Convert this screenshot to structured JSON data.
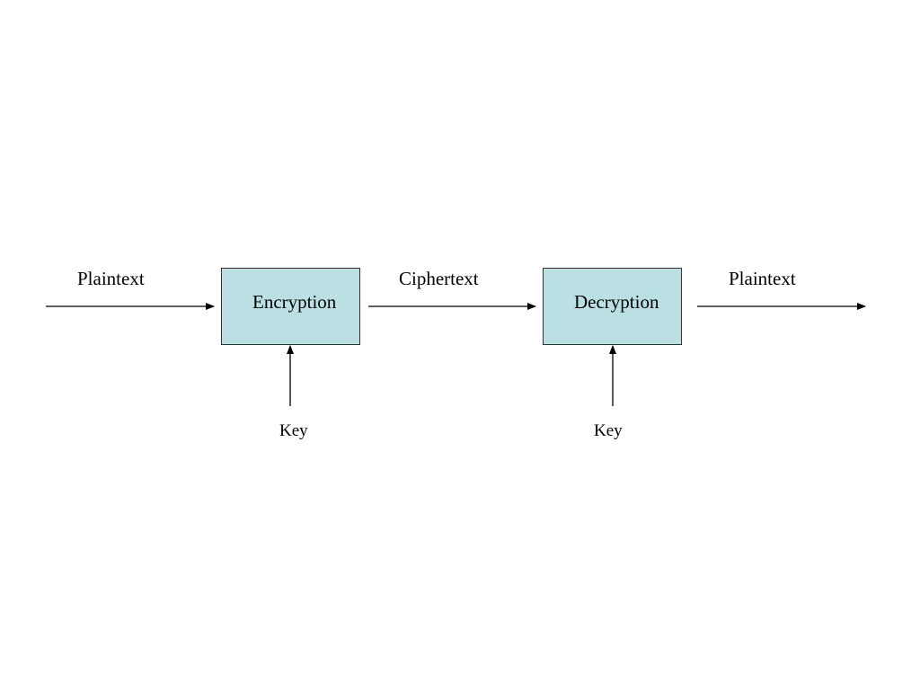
{
  "diagram": {
    "input_label": "Plaintext",
    "encryption_label": "Encryption",
    "ciphertext_label": "Ciphertext",
    "decryption_label": "Decryption",
    "output_label": "Plaintext",
    "encryption_key_label": "Key",
    "decryption_key_label": "Key"
  },
  "colors": {
    "box_fill": "#bae0e3",
    "box_border": "#333333",
    "line": "#000000"
  }
}
